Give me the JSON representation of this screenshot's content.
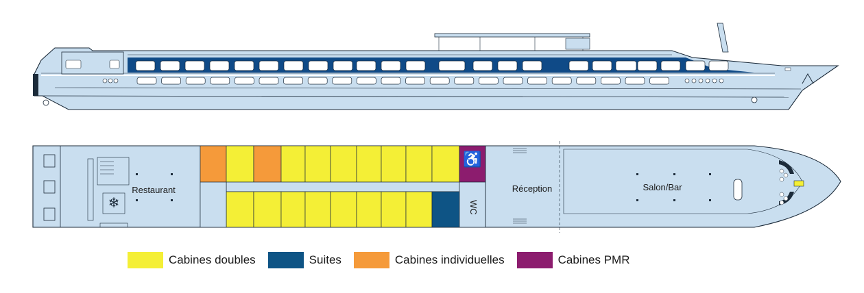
{
  "colors": {
    "hull": "#c9deef",
    "hull_dark": "#aac7e0",
    "outline": "#1c2b3a",
    "navy_band": "#0f4a87",
    "double": "#f4ef36",
    "suite": "#0e5485",
    "single": "#f59a3a",
    "pmr": "#8c1c6e"
  },
  "plan": {
    "restaurant": "Restaurant",
    "reception": "Réception",
    "salon": "Salon/Bar",
    "wc": "WC"
  },
  "legend": [
    {
      "key": "double",
      "label": "Cabines doubles"
    },
    {
      "key": "suite",
      "label": "Suites"
    },
    {
      "key": "single",
      "label": "Cabines individuelles"
    },
    {
      "key": "pmr",
      "label": "Cabines PMR"
    }
  ],
  "icons": {
    "snowflake": "snowflake-icon",
    "wheelchair": "wheelchair-icon",
    "anchor": "anchor-icon",
    "propeller": "propeller-icon"
  }
}
